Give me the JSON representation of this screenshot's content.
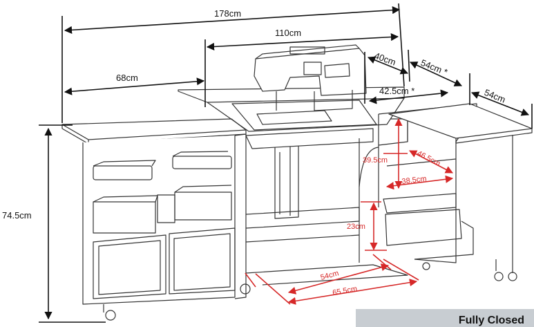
{
  "dimensions": {
    "total_width": "178cm",
    "sewing_width": "110cm",
    "left_leaf": "68cm",
    "depth": "40cm",
    "right_extension": "54cm *",
    "sewing_depth": "42.5cm *",
    "right_leaf": "54cm",
    "height": "74.5cm"
  },
  "inner_dimensions": {
    "shelf_height": "39.5cm",
    "shelf_depth": "46.5cm",
    "shelf_width": "38.5cm",
    "lift_height": "23cm",
    "leg_space_width": "54cm",
    "leg_space_depth": "65.5cm"
  },
  "footer": {
    "state_label": "Fully Closed"
  },
  "colors": {
    "dimension_line": "#111111",
    "inner_dimension": "#d62828",
    "furniture_line": "#333333",
    "tag_bg": "#c8cdd2"
  }
}
